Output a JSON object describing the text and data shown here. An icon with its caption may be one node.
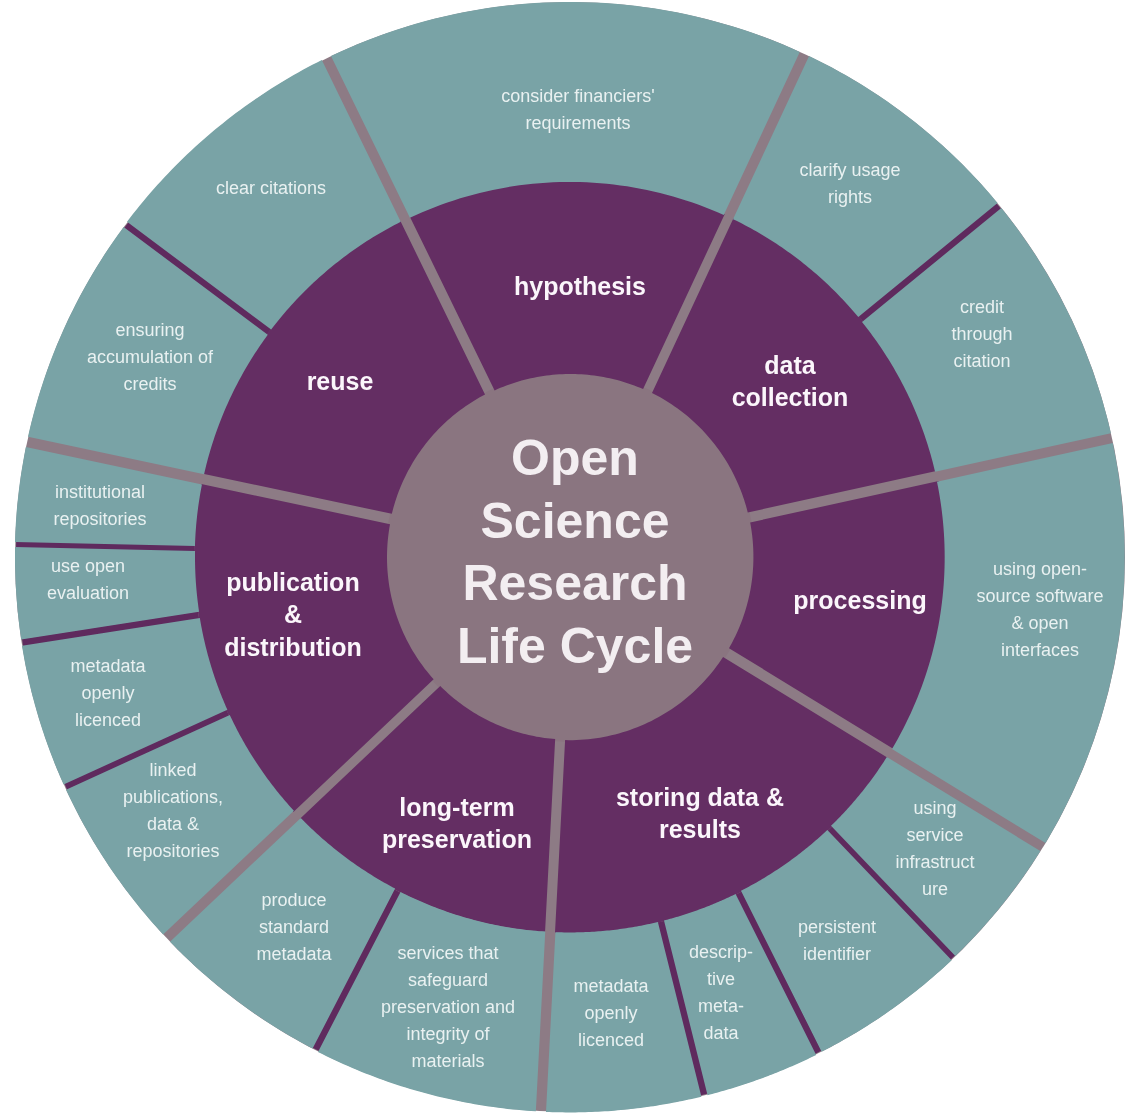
{
  "diagram": {
    "nodes": [
      {
        "text": [
          "Open Science Research Life Cycle"
        ]
      },
      {
        "text": [
          "hypothesis"
        ]
      },
      {
        "text": [
          "data collection"
        ]
      },
      {
        "text": [
          "processing"
        ]
      },
      {
        "text": [
          "storing data & results"
        ]
      },
      {
        "text": [
          "long-term preservation"
        ]
      },
      {
        "text": [
          "publication & distribution"
        ]
      },
      {
        "text": [
          "reuse"
        ]
      },
      {
        "text": [
          "consider financiers' requirements"
        ]
      },
      {
        "text": [
          "clarify usage rights"
        ]
      },
      {
        "text": [
          "credit through citation"
        ]
      },
      {
        "text": [
          "using open-source software & open interfaces"
        ]
      },
      {
        "text": [
          "using service infrastruct ure"
        ]
      },
      {
        "text": [
          "persistent identifier"
        ]
      },
      {
        "text": [
          "descrip- tive meta- data"
        ]
      },
      {
        "text": [
          "metadata openly licenced"
        ]
      },
      {
        "text": [
          "services that safeguard preservation and integrity of materials"
        ]
      },
      {
        "text": [
          "produce standard metadata"
        ]
      },
      {
        "text": [
          "linked publications, data & repositories"
        ]
      },
      {
        "text": [
          "metadata openly licenced"
        ]
      },
      {
        "text": [
          "use open evaluation"
        ]
      },
      {
        "text": [
          "institutional repositories"
        ]
      },
      {
        "text": [
          "ensuring accumulation of credits"
        ]
      },
      {
        "text": [
          "clear citations"
        ]
      }
    ]
  }
}
